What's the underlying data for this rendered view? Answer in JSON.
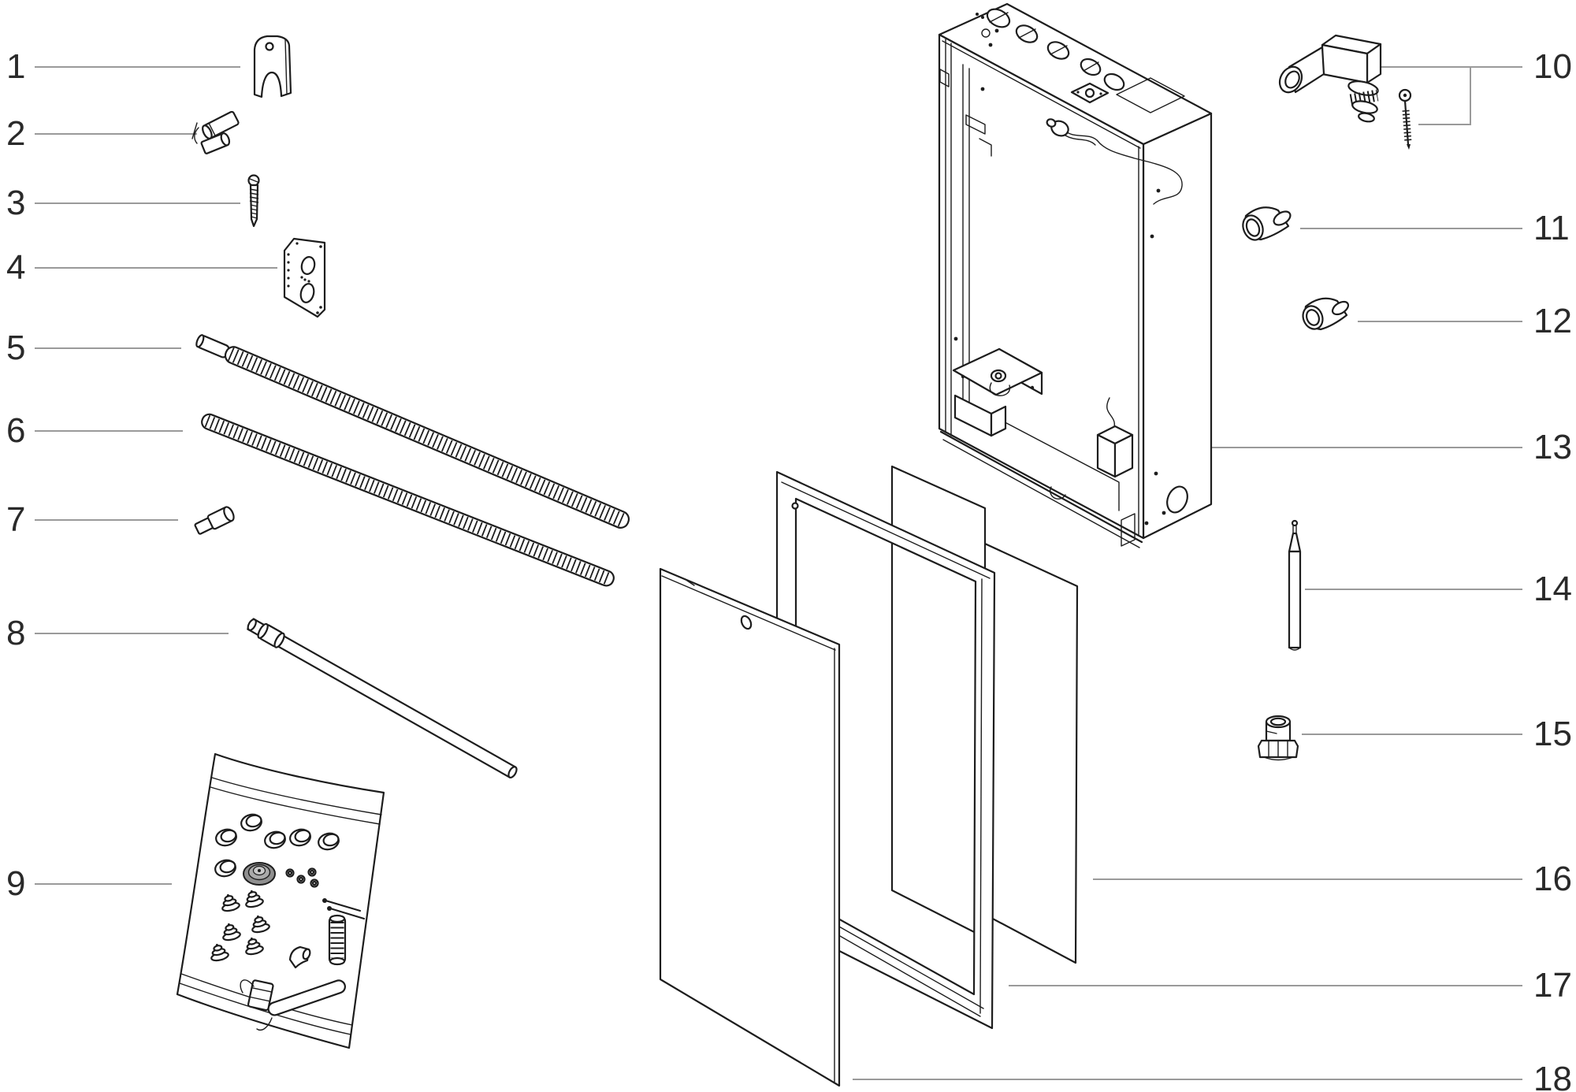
{
  "diagram": {
    "type": "exploded-parts-diagram",
    "subject": "wall-mounted-cabinet-unit",
    "colors": {
      "background": "#ffffff",
      "line": "#1d1d1d",
      "leader": "#9a9a9a",
      "shade": "#8f8f8f"
    },
    "callouts": [
      {
        "label": "1",
        "part": "mounting-clip"
      },
      {
        "label": "2",
        "part": "pipe-clamp-with-stub"
      },
      {
        "label": "3",
        "part": "screw"
      },
      {
        "label": "4",
        "part": "mounting-plate"
      },
      {
        "label": "5",
        "part": "flexible-corrugated-hose"
      },
      {
        "label": "6",
        "part": "flexible-corrugated-hose"
      },
      {
        "label": "7",
        "part": "hose-coupler"
      },
      {
        "label": "8",
        "part": "straight-pipe"
      },
      {
        "label": "9",
        "part": "fittings-bag"
      },
      {
        "label": "10",
        "part": "elbow-valve-with-screw"
      },
      {
        "label": "11",
        "part": "elbow-fitting"
      },
      {
        "label": "12",
        "part": "elbow-fitting"
      },
      {
        "label": "13",
        "part": "cabinet-body"
      },
      {
        "label": "14",
        "part": "sensor-probe"
      },
      {
        "label": "15",
        "part": "compression-fitting"
      },
      {
        "label": "16",
        "part": "inner-panels"
      },
      {
        "label": "17",
        "part": "door-seal-frame"
      },
      {
        "label": "18",
        "part": "front-door-panel"
      }
    ]
  }
}
